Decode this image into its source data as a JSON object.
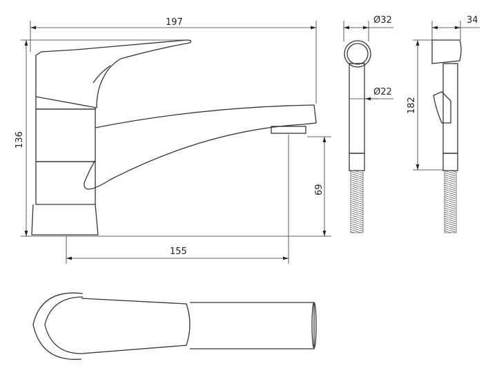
{
  "dimensions": {
    "total_length": "197",
    "total_height": "136",
    "spout_reach": "155",
    "spout_height": "69",
    "head_diameter": "Ø32",
    "handle_diameter": "Ø22",
    "shower_length": "182",
    "shower_width": "34"
  }
}
